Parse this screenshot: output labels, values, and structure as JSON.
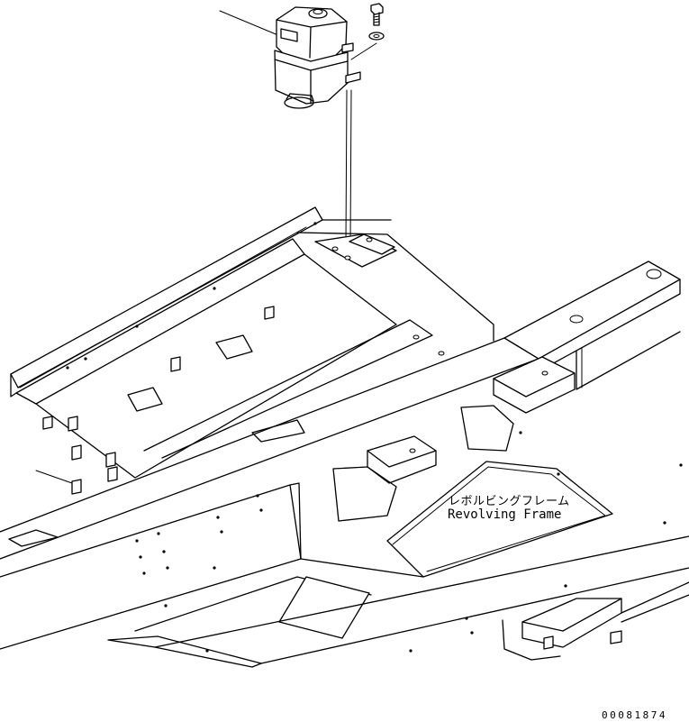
{
  "labels": {
    "frame_jp": "レボルビングフレーム",
    "frame_en": "Revolving Frame"
  },
  "drawing_number": "00081874",
  "parts": {
    "tank": "reservoir-tank",
    "bolt": "mounting-bolt",
    "washer": "washer",
    "frame": "revolving-frame"
  }
}
